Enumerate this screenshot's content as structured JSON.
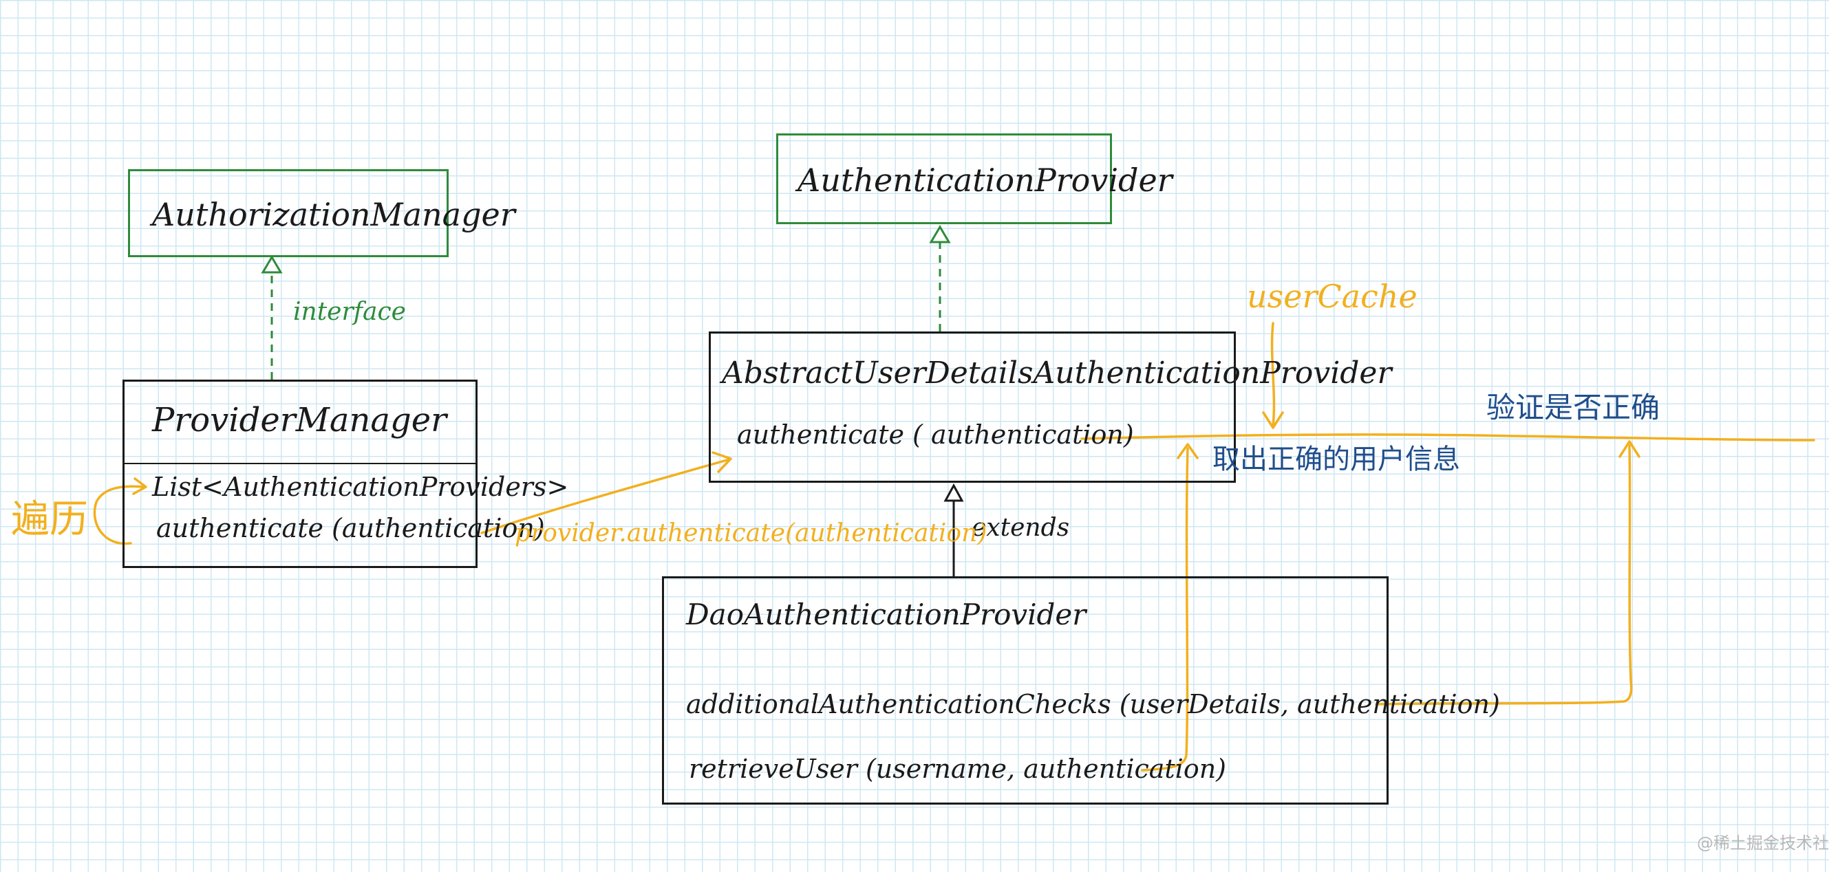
{
  "boxes": {
    "authorization_manager": {
      "title": "AuthorizationManager"
    },
    "authentication_provider": {
      "title": "AuthenticationProvider"
    },
    "provider_manager": {
      "title": "ProviderManager",
      "methods": [
        "List<AuthenticationProviders>",
        "authenticate (authentication)"
      ]
    },
    "abstract_provider": {
      "title": "AbstractUserDetailsAuthenticationProvider",
      "methods": [
        "authenticate ( authentication)"
      ]
    },
    "dao_provider": {
      "title": "DaoAuthenticationProvider",
      "methods": [
        "additionalAuthenticationChecks (userDetails, authentication)",
        "retrieveUser (username, authentication)"
      ]
    }
  },
  "labels": {
    "interface": "interface",
    "extends": "extends",
    "traverse": "遍历",
    "provider_call": "provider.authenticate(authentication)",
    "user_cache": "userCache",
    "verify_correct": "验证是否正确",
    "fetch_user_info": "取出正确的用户信息"
  },
  "watermark": "@稀土掘金技术社区",
  "colors": {
    "green": "#2e8b3a",
    "black": "#1a1a1a",
    "orange": "#f2b01e",
    "blue": "#1f4e8c",
    "grid": "#cfe7f3"
  }
}
